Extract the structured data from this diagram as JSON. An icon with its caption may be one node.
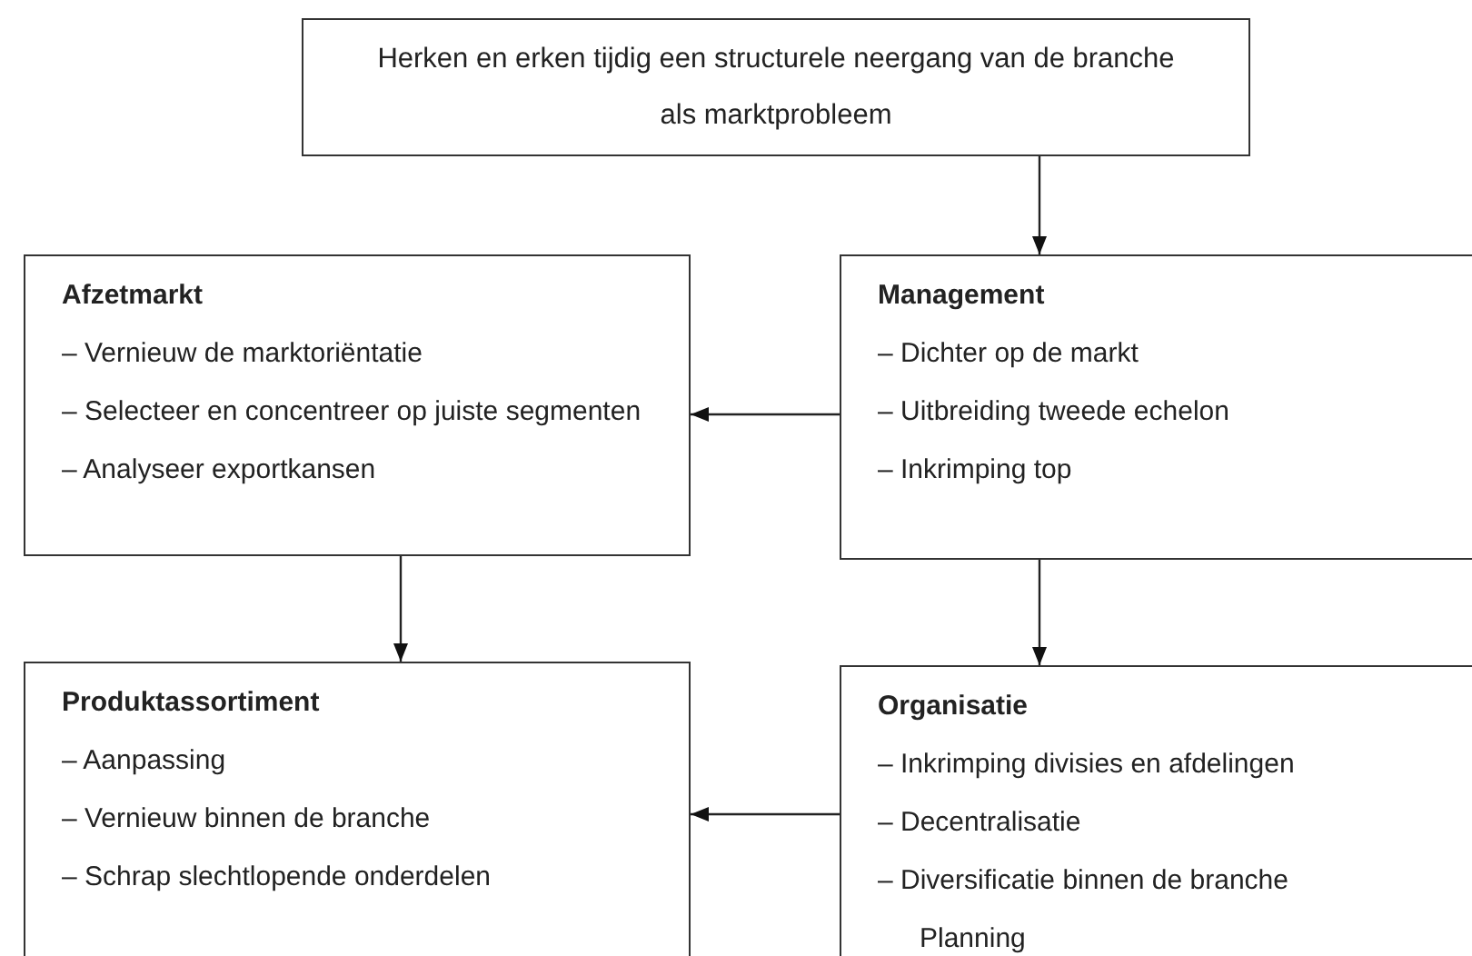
{
  "diagram": {
    "nodes": [
      {
        "text": [
          "Herken en erken tijdig een structurele neergang van de branche als marktprobleem"
        ]
      },
      {
        "text": [
          "Afzetmarkt",
          "– Vernieuw de marktoriëntatie",
          "– Selecteer en concentreer op juiste segmenten",
          "– Analyseer exportkansen"
        ]
      },
      {
        "text": [
          "Management",
          "– Dichter op de markt",
          "– Uitbreiding tweede echelon",
          "– Inkrimping top"
        ]
      },
      {
        "text": [
          "Produktassortiment",
          "– Aanpassing",
          "– Vernieuw binnen de branche",
          "– Schrap slechtlopende onderdelen"
        ]
      },
      {
        "text": [
          "Organisatie",
          "– Inkrimping divisies en afdelingen",
          "– Decentralisatie",
          "– Diversificatie binnen de branche",
          "Planning"
        ]
      }
    ],
    "edges": [
      {
        "from": 0,
        "to": 2,
        "arrow": "to"
      },
      {
        "from": 2,
        "to": 1,
        "arrow": "to"
      },
      {
        "from": 1,
        "to": 3,
        "arrow": "to"
      },
      {
        "from": 2,
        "to": 4,
        "arrow": "to"
      },
      {
        "from": 4,
        "to": 3,
        "arrow": "to"
      }
    ]
  }
}
